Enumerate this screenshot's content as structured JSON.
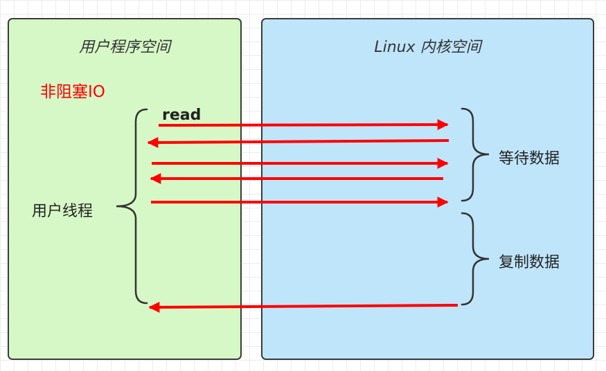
{
  "colors": {
    "user_panel_bg": "#d6f8c6",
    "kernel_panel_bg": "#bfe5fb",
    "arrow": "#ff0000",
    "mode_label": "#ff0000",
    "brace": "#333333"
  },
  "user_space": {
    "title": "用户程序空间",
    "mode_label": "非阻塞IO",
    "thread_label": "用户线程",
    "call_label": "read"
  },
  "kernel_space": {
    "title": "Linux 内核空间",
    "phase_wait_label": "等待数据",
    "phase_copy_label": "复制数据"
  },
  "flow": [
    {
      "direction": "to-kernel"
    },
    {
      "direction": "to-user"
    },
    {
      "direction": "to-kernel"
    },
    {
      "direction": "to-user"
    },
    {
      "direction": "to-kernel"
    },
    {
      "direction": "to-user"
    }
  ]
}
